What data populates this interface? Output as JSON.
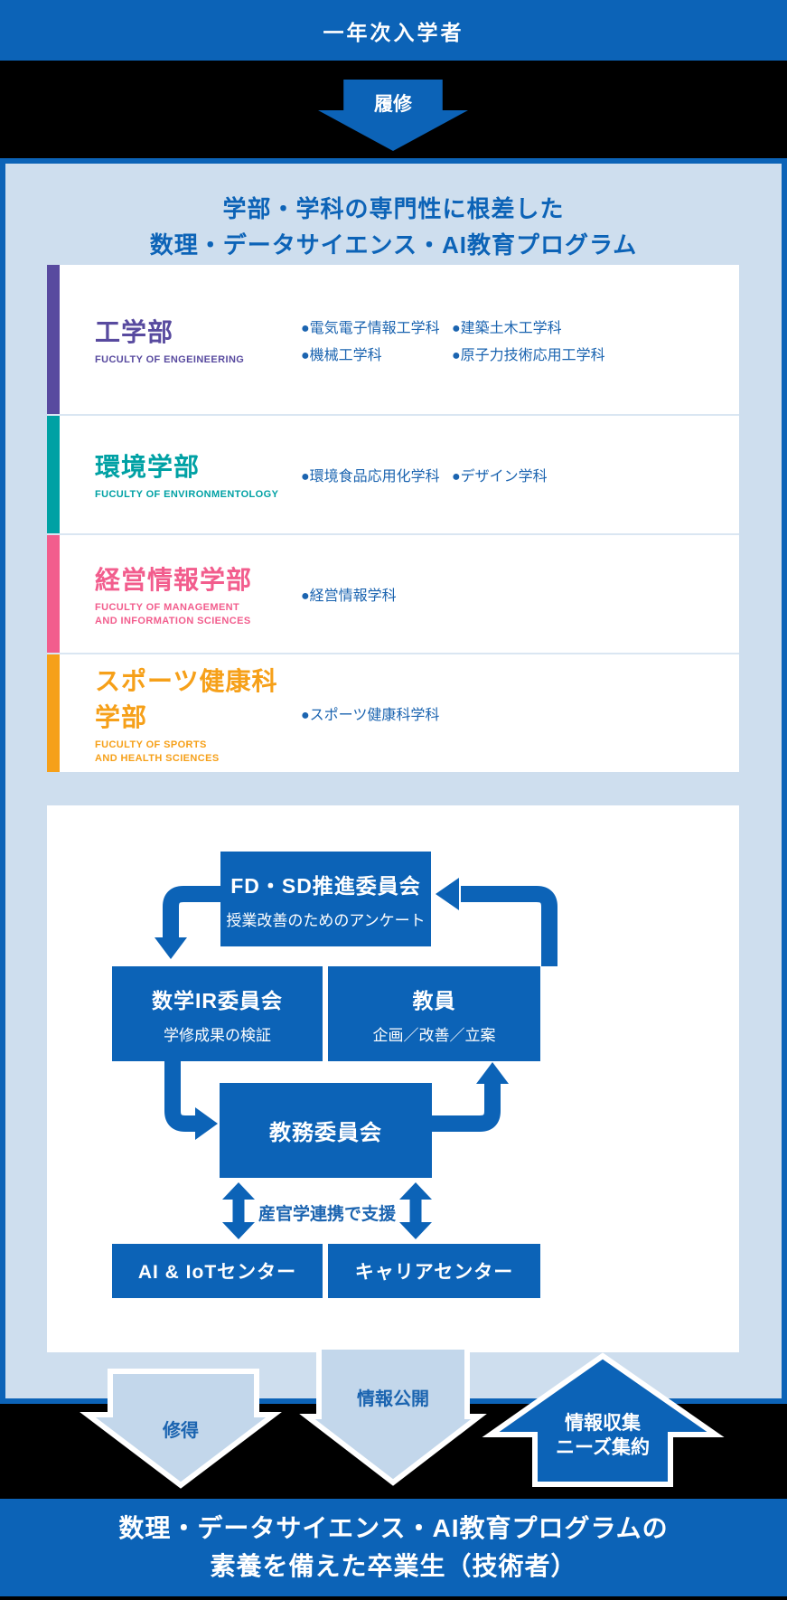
{
  "colors": {
    "primary_blue": "#0c63b7",
    "panel_bg": "#cedeee",
    "light_arrow": "#c3d7eb",
    "label_blue": "#1b64b0",
    "engineering_purple": "#584a9f",
    "environment_teal": "#00a1a4",
    "management_pink": "#f25d8d",
    "sports_orange": "#f6a019"
  },
  "header": {
    "title": "一年次入学者"
  },
  "enroll_arrow": {
    "label": "履修"
  },
  "program_panel": {
    "title_lines": [
      "学部・学科の専門性に根差した",
      "数理・データサイエンス・AI教育プログラム"
    ],
    "bullet_char": "●",
    "faculties": [
      {
        "name": "工学部",
        "subtitle_lines": [
          "FUCULTY OF ENGEINEERING"
        ],
        "color": "#584a9f",
        "departments": [
          "電気電子情報工学科",
          "建築土木工学科",
          "機械工学科",
          "原子力技術応用工学科"
        ]
      },
      {
        "name": "環境学部",
        "subtitle_lines": [
          "FUCULTY OF ENVIRONMENTOLOGY"
        ],
        "color": "#00a1a4",
        "departments": [
          "環境食品応用化学科",
          "デザイン学科"
        ]
      },
      {
        "name": "経営情報学部",
        "subtitle_lines": [
          "FUCULTY OF MANAGEMENT",
          "AND INFORMATION SCIENCES"
        ],
        "color": "#f25d8d",
        "departments": [
          "経営情報学科"
        ]
      },
      {
        "name": "スポーツ健康科学部",
        "subtitle_lines": [
          "FUCULTY OF SPORTS",
          "AND HEALTH SCIENCES"
        ],
        "color": "#f6a019",
        "departments": [
          "スポーツ健康科学科"
        ]
      }
    ]
  },
  "flowchart": {
    "fd_sd": {
      "title": "FD・SD推進委員会",
      "subtitle": "授業改善のためのアンケート"
    },
    "math_ir": {
      "title": "数学IR委員会",
      "subtitle": "学修成果の検証"
    },
    "teachers": {
      "title": "教員",
      "subtitle": "企画／改善／立案"
    },
    "academic_affairs": {
      "title": "教務委員会"
    },
    "ai_iot_center": {
      "title": "AI & IoTセンター"
    },
    "career_center": {
      "title": "キャリアセンター"
    },
    "support_label": "産官学連携で支援"
  },
  "bottom": {
    "acquire_label": "修得",
    "publish_label": "情報公開",
    "collect_lines": [
      "情報収集",
      "ニーズ集約"
    ],
    "graduate_lines": [
      "数理・データサイエンス・AI教育プログラムの",
      "素養を備えた卒業生（技術者）"
    ]
  }
}
